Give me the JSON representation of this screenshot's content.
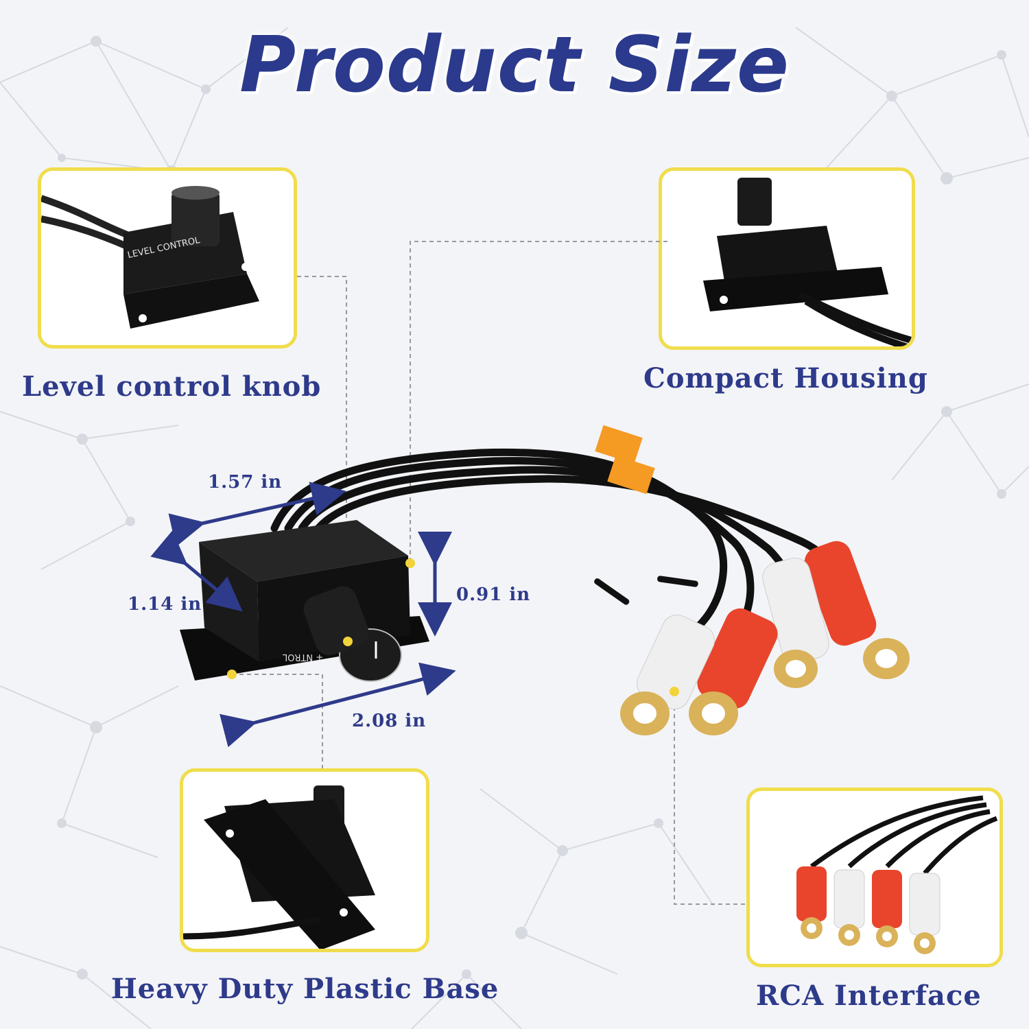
{
  "page": {
    "title": "Product Size",
    "colors": {
      "title": "#2b3a8c",
      "caption": "#2e3a8a",
      "frame": "#f0dd4c",
      "arrow": "#2e3a8a",
      "marker": "#f2d33a",
      "rca_red": "#e8452c",
      "rca_white": "#f2f2f2",
      "gold": "#d9b25a",
      "label_tape": "#f59a23"
    }
  },
  "features": [
    {
      "caption": "Level control knob",
      "knob_text": "LEVEL CONTROL",
      "icon": "level-knob-closeup-image"
    },
    {
      "caption": "Compact Housing",
      "icon": "housing-closeup-image"
    },
    {
      "caption": "Heavy Duty Plastic Base",
      "icon": "base-closeup-image"
    },
    {
      "caption": "RCA Interface",
      "icon": "rca-connectors-image"
    }
  ],
  "dimensions": {
    "length": "1.57 in",
    "width": "1.14 in",
    "height": "0.91 in",
    "base_length": "2.08 in"
  },
  "main_product": {
    "knob_text": "+\nNTROL",
    "icon": "level-controller-product-image"
  }
}
